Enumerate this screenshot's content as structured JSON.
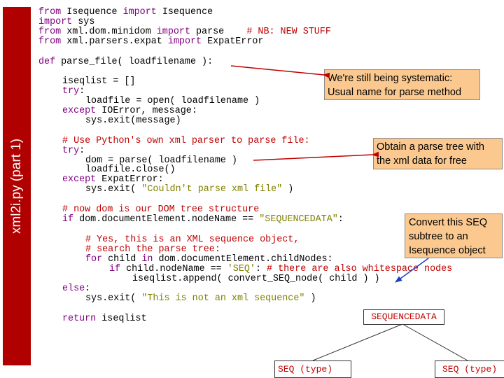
{
  "slide": {
    "side_title": "xml2i.py (part 1)"
  },
  "code": [
    {
      "k": "from",
      "a": " Isequence ",
      "k2": "import",
      "b": " Isequence"
    },
    {
      "k": "import",
      "a": " sys"
    },
    {
      "k": "from",
      "a": " xml.dom.minidom ",
      "k2": "import",
      "b": " parse    ",
      "c": "# NB: NEW STUFF"
    },
    {
      "k": "from",
      "a": " xml.parsers.expat ",
      "k2": "import",
      "b": " ExpatError"
    },
    {
      "k": "def",
      "a": " parse_file( loadfilename ):"
    },
    {
      "a": "iseqlist = []"
    },
    {
      "k": "try",
      "a": ":"
    },
    {
      "a": "loadfile = open( loadfilename )"
    },
    {
      "k": "except",
      "a": " IOError, message:"
    },
    {
      "a": "sys.exit(message)"
    },
    {
      "c": "# Use Python's own xml parser to parse file:"
    },
    {
      "k": "try",
      "a": ":"
    },
    {
      "a": "dom = parse( loadfilename )"
    },
    {
      "a": "loadfile.close()"
    },
    {
      "k": "except",
      "a": " ExpatError:"
    },
    {
      "a": "sys.exit( ",
      "s": "\"Couldn't parse xml file\"",
      "b": " )"
    },
    {
      "c": "# now dom is our DOM tree structure"
    },
    {
      "k": "if",
      "a": " dom.documentElement.nodeName == ",
      "s": "\"SEQUENCEDATA\"",
      "b": ":"
    },
    {
      "c": "# Yes, this is an XML sequence object,"
    },
    {
      "c": "# search the parse tree:"
    },
    {
      "k": "for",
      "a": " child ",
      "k2": "in",
      "b": " dom.documentElement.childNodes:"
    },
    {
      "k": "if",
      "a": " child.nodeName == ",
      "s": "'SEQ'",
      "b": ": ",
      "c": "# there are also whitespace nodes"
    },
    {
      "a": "iseqlist.append( convert_SEQ_node( child ) )"
    },
    {
      "k": "else",
      "a": ":"
    },
    {
      "a": "sys.exit( ",
      "s": "\"This is not an xml sequence\"",
      "b": " )"
    },
    {
      "k": "return",
      "a": " iseqlist"
    }
  ],
  "callouts": {
    "c1": [
      "We're still being systematic:",
      "Usual name for parse method"
    ],
    "c2": [
      "Obtain a parse tree with",
      "the xml data for free"
    ],
    "c3": [
      "Convert this SEQ",
      "subtree to an",
      "Isequence object"
    ]
  },
  "tree": {
    "root": "SEQUENCEDATA",
    "left": "SEQ (type)",
    "right": "SEQ (type)"
  },
  "colors": {
    "sidebar": "#b00000",
    "keyword": "#800080",
    "comment": "#c00000",
    "string": "#808000",
    "callout": "#fbc990"
  }
}
